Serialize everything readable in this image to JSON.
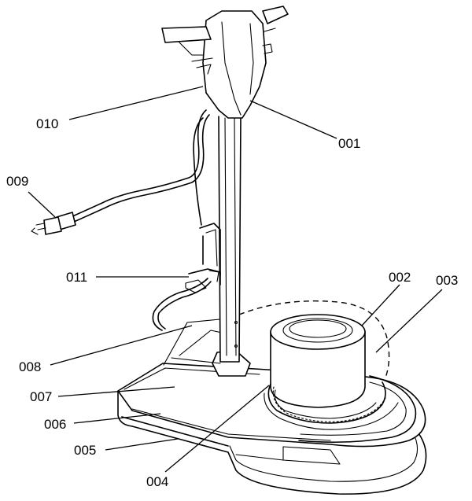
{
  "callouts": [
    {
      "id": "001",
      "text": "001"
    },
    {
      "id": "002",
      "text": "002"
    },
    {
      "id": "003",
      "text": "003"
    },
    {
      "id": "004",
      "text": "004"
    },
    {
      "id": "005",
      "text": "005"
    },
    {
      "id": "006",
      "text": "006"
    },
    {
      "id": "007",
      "text": "007"
    },
    {
      "id": "008",
      "text": "008"
    },
    {
      "id": "009",
      "text": "009"
    },
    {
      "id": "010",
      "text": "010"
    },
    {
      "id": "011",
      "text": "011"
    }
  ]
}
